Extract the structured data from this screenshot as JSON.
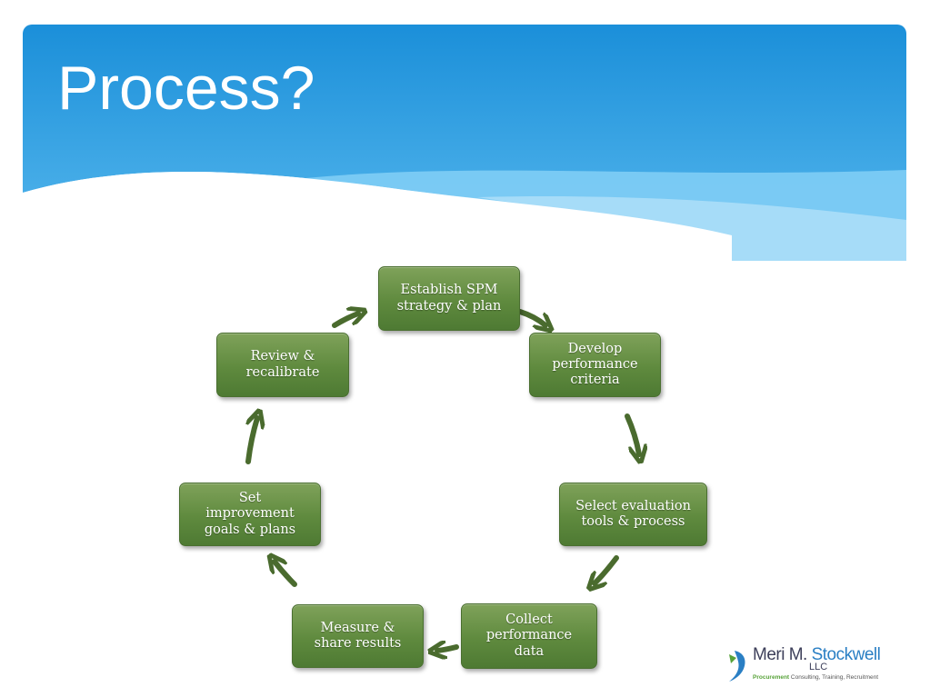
{
  "slide": {
    "title": "Process?"
  },
  "diagram": {
    "steps": [
      "Establish SPM\nstrategy & plan",
      "Develop\nperformance\ncriteria",
      "Select evaluation\ntools & process",
      "Collect\nperformance\ndata",
      "Measure &\nshare results",
      "Set\nimprovement\ngoals & plans",
      "Review &\nrecalibrate"
    ],
    "box_color": "#5f8a3e",
    "arrow_color": "#4a6b2e"
  },
  "logo": {
    "name_part1": "Meri M.",
    "name_part2": "Stockwell",
    "suffix": "LLC",
    "tagline_lead": "Procurement",
    "tagline_rest": "Consulting, Training, Recruitment"
  },
  "colors": {
    "header_top": "#1a8ed8",
    "header_bottom": "#5cbcf0"
  }
}
